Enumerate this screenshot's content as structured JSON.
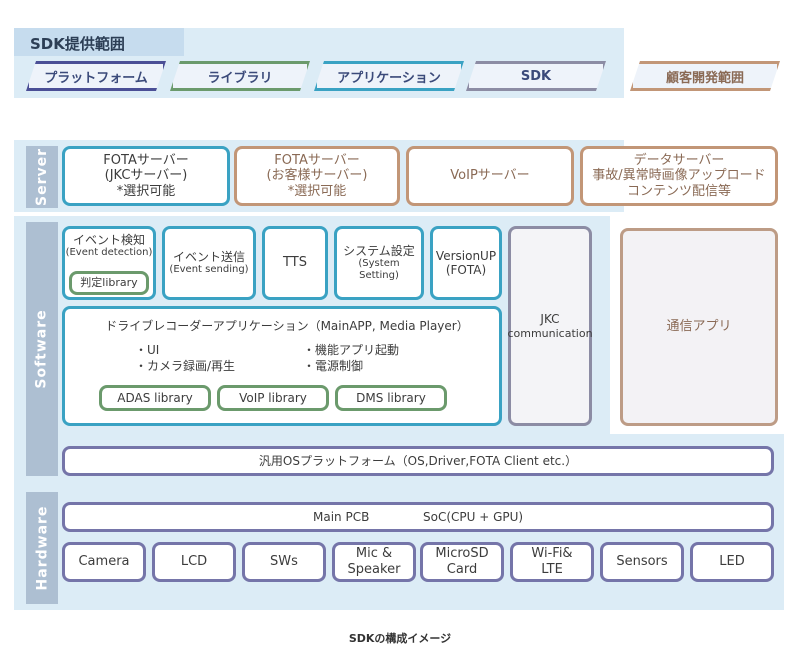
{
  "header": {
    "title": "SDK提供範囲",
    "chevrons": [
      "プラットフォーム",
      "ライブラリ",
      "アプリケーション",
      "SDK"
    ],
    "customer_range": "顧客開発範囲"
  },
  "bands": {
    "server": "Server",
    "software": "Software",
    "hardware": "Hardware"
  },
  "server": {
    "fota_jkc": [
      "FOTAサーバー",
      "(JKCサーバー)",
      "*選択可能"
    ],
    "fota_customer": [
      "FOTAサーバー",
      "(お客様サーバー)",
      "*選択可能"
    ],
    "voip": "VoIPサーバー",
    "data": [
      "データサーバー",
      "事故/異常時画像アップロード",
      "コンテンツ配信等"
    ]
  },
  "software": {
    "event_detect": [
      "イベント検知",
      "(Event detection)"
    ],
    "judge_lib": "判定library",
    "event_send": [
      "イベント送信",
      "(Event sending)"
    ],
    "tts": "TTS",
    "system_setting": [
      "システム設定",
      "(System Setting)"
    ],
    "versionup": [
      "VersionUP",
      "(FOTA)"
    ],
    "jkc_comm": [
      "JKC",
      "communication"
    ],
    "comm_app": "通信アプリ",
    "drive_app": {
      "title": "ドライブレコーダーアプリケーション（MainAPP, Media Player）",
      "bullets": [
        "・UI",
        "・機能アプリ起動",
        "・カメラ録画/再生",
        "・電源制御"
      ],
      "libs": [
        "ADAS library",
        "VoIP library",
        "DMS library"
      ]
    },
    "os_platform": "汎用OSプラットフォーム（OS,Driver,FOTA Client etc.）"
  },
  "hardware": {
    "pcb_label": "Main PCB",
    "soc_label": "SoC(CPU + GPU)",
    "components": [
      "Camera",
      "LCD",
      "SWs",
      "Mic &\nSpeaker",
      "MicroSD\nCard",
      "Wi-Fi&\nLTE",
      "Sensors",
      "LED"
    ]
  },
  "caption": "SDKの構成イメージ",
  "colors": {
    "platform": "#4b4f96",
    "library": "#6b9a6c",
    "application": "#3aa2c3",
    "sdk": "#8c8ca4",
    "customer": "#c29677",
    "band_bg": "#dcecf6"
  }
}
